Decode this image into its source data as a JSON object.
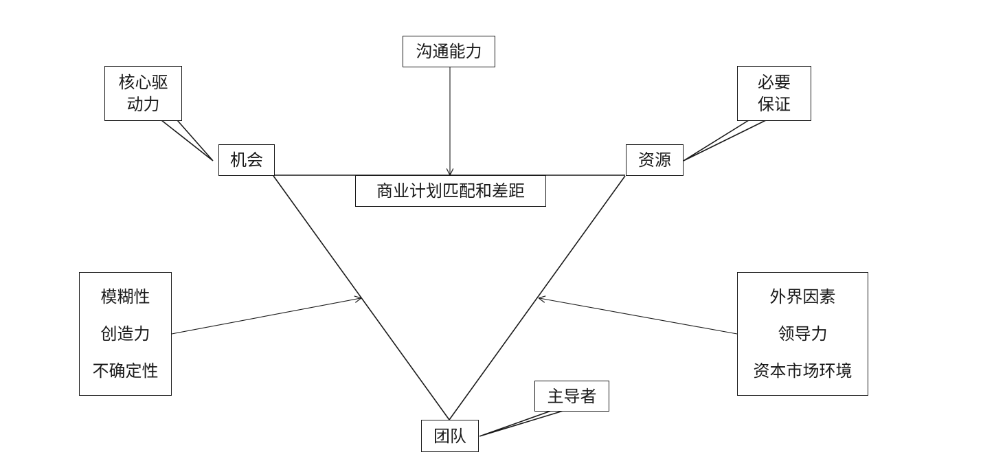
{
  "colors": {
    "stroke": "#1a1a1a",
    "background": "#ffffff"
  },
  "nodes": {
    "opportunity": "机会",
    "resources": "资源",
    "team": "团队",
    "fit_gap": "商业计划匹配和差距"
  },
  "callouts": {
    "core_driver": [
      "核心驱",
      "动力"
    ],
    "necessary_guarantee": [
      "必要",
      "保证"
    ],
    "leader": "主导者"
  },
  "inputs": {
    "communication": "沟通能力",
    "left_factors": [
      "模糊性",
      "创造力",
      "不确定性"
    ],
    "right_factors": [
      "外界因素",
      "领导力",
      "资本市场环境"
    ]
  }
}
